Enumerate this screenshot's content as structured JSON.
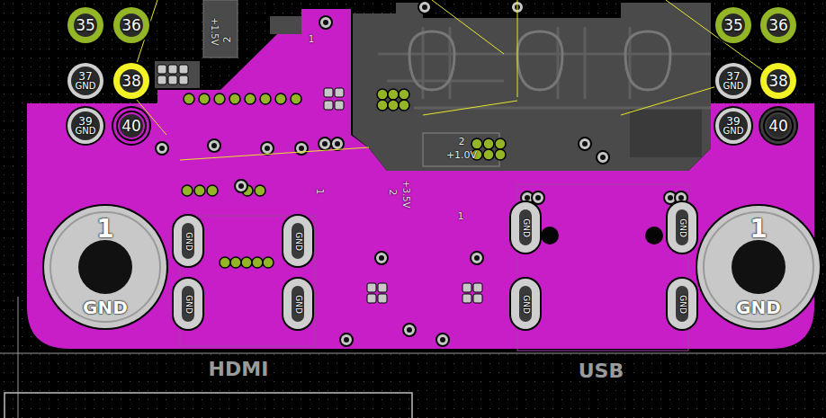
{
  "diagram": {
    "nodes": [
      {
        "text": [
          "35"
        ]
      },
      {
        "text": [
          "36"
        ]
      },
      {
        "text": [
          "37",
          "GND"
        ]
      },
      {
        "text": [
          "38"
        ]
      },
      {
        "text": [
          "39",
          "GND"
        ]
      },
      {
        "text": [
          "40"
        ]
      },
      {
        "text": [
          "35"
        ]
      },
      {
        "text": [
          "36"
        ]
      },
      {
        "text": [
          "37",
          "GND"
        ]
      },
      {
        "text": [
          "38"
        ]
      },
      {
        "text": [
          "39",
          "GND"
        ]
      },
      {
        "text": [
          "40"
        ]
      },
      {
        "text": [
          "1",
          "GND"
        ]
      },
      {
        "text": [
          "1",
          "GND"
        ]
      },
      {
        "text": [
          "GND"
        ]
      },
      {
        "text": [
          "GND"
        ]
      },
      {
        "text": [
          "GND"
        ]
      },
      {
        "text": [
          "GND"
        ]
      },
      {
        "text": [
          "GND"
        ]
      },
      {
        "text": [
          "GND"
        ]
      },
      {
        "text": [
          "GND"
        ]
      },
      {
        "text": [
          "GND"
        ]
      }
    ],
    "labels": [
      "2",
      "+1.5V",
      "1",
      "2",
      "+1.0V",
      "1",
      "2",
      "+3.5V",
      "1",
      "HDMI",
      "USB"
    ]
  }
}
